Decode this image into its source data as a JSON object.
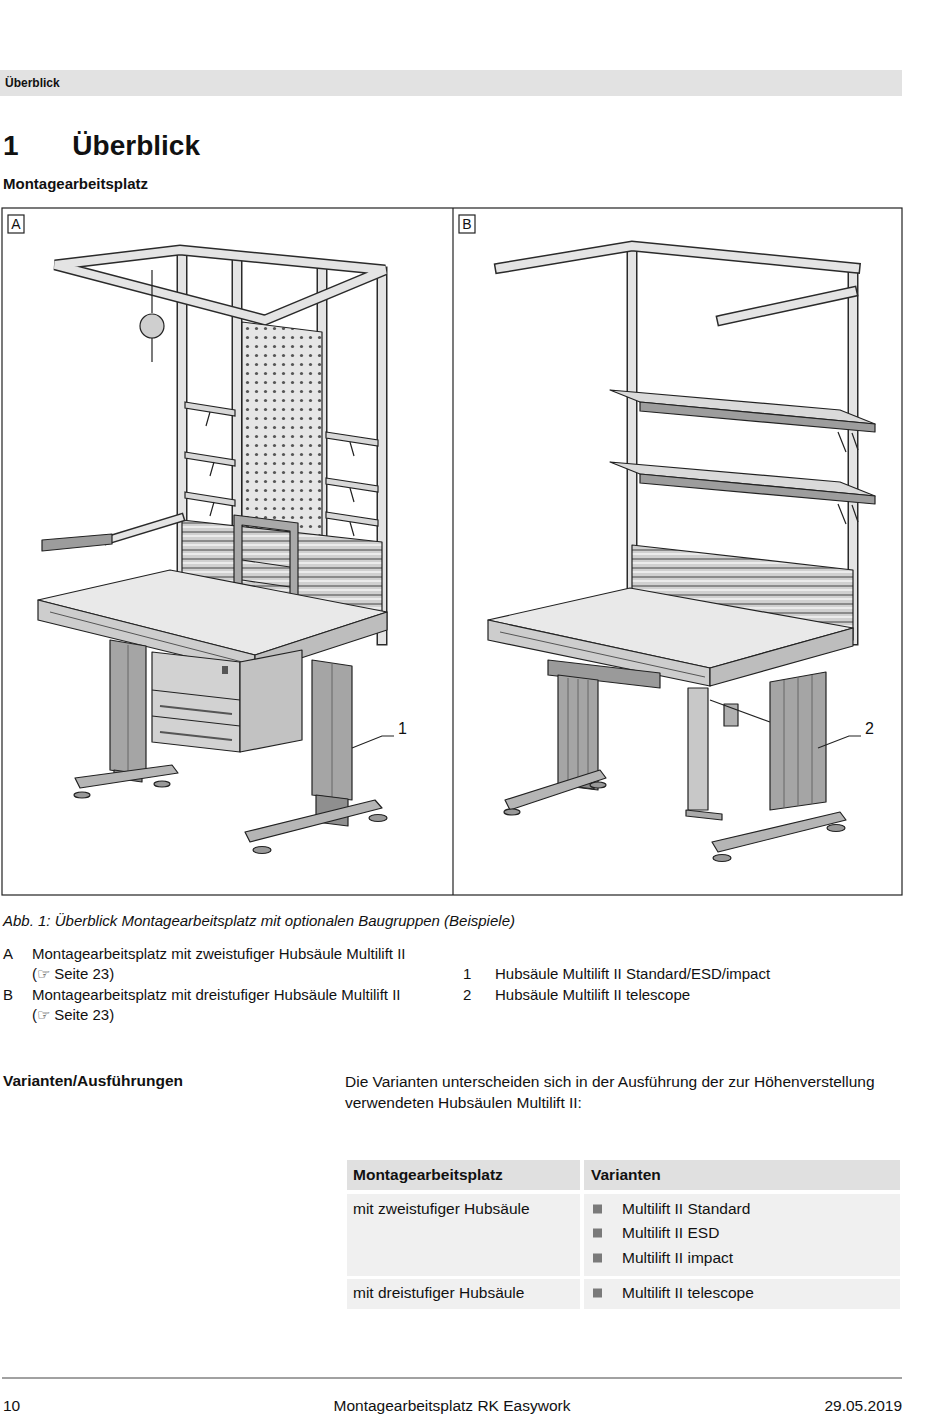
{
  "diagram": {
    "title": "1 Überblick",
    "caption": "Abb. 1: Überblick Montagearbeitsplatz mit optionalen Baugruppen (Beispiele)",
    "labels": [
      "Überblick",
      "Montagearbeitsplatz",
      "A",
      "B",
      "1",
      "2",
      "A",
      "Montagearbeitsplatz mit zweistufiger Hubsäule Multilift II (☞ Seite 23)",
      "B",
      "Montagearbeitsplatz mit dreistufiger Hubsäule Multilift II (☞ Seite 23)",
      "1",
      "Hubsäule Multilift II Standard/ESD/impact",
      "2",
      "Hubsäule Multilift II telescope",
      "Varianten/Ausführungen",
      "Die Varianten unterscheiden sich in der Ausführung der zur Höhenverstellung verwendeten Hubsäulen Multilift II:",
      "Montagearbeitsplatz",
      "Varianten",
      "mit zweistufiger Hubsäule",
      "Multilift II Standard",
      "Multilift II ESD",
      "Multilift II impact",
      "mit dreistufiger Hubsäule",
      "Multilift II telescope",
      "10",
      "Montagearbeitsplatz RK Easywork",
      "29.05.2019"
    ]
  }
}
